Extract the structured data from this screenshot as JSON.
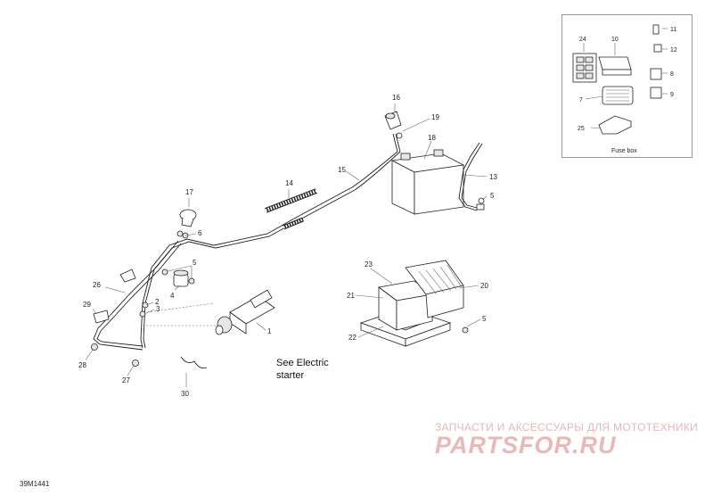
{
  "diagram": {
    "callouts": {
      "c1": "1",
      "c2": "2",
      "c3": "3",
      "c4": "4",
      "c5a": "5",
      "c5b": "5",
      "c5c": "5",
      "c6": "6",
      "c7": "7",
      "c8": "8",
      "c9": "9",
      "c10": "10",
      "c11": "11",
      "c12": "12",
      "c13": "13",
      "c14": "14",
      "c15": "15",
      "c16": "16",
      "c17": "17",
      "c18": "18",
      "c19": "19",
      "c20": "20",
      "c21": "21",
      "c22": "22",
      "c23": "23",
      "c24": "24",
      "c25": "25",
      "c26": "26",
      "c27": "27",
      "c28": "28",
      "c29": "29",
      "c30": "30"
    },
    "reference_note_line1": "See Electric",
    "reference_note_line2": "starter",
    "fuse_box_label": "Fuse box",
    "diagram_code": "39M1441"
  },
  "watermark": {
    "tagline": "ЗАПЧАСТИ И АКСЕССУАРЫ ДЛЯ МОТОТЕХНИКИ",
    "logo": "PARTSFOR.RU"
  }
}
